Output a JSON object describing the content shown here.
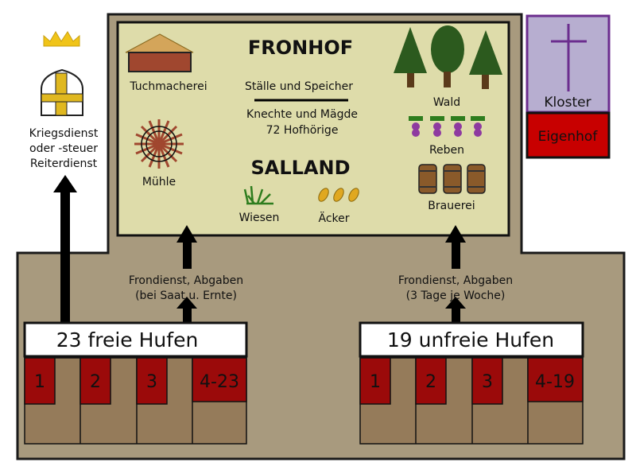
{
  "fronhof": {
    "title": "FRONHOF",
    "tuchmacherei": "Tuchmacherei",
    "staelle": "Ställe und Speicher",
    "knechte": "Knechte und Mägde",
    "hofhoerige": "72 Hofhörige",
    "muehle": "Mühle",
    "wald": "Wald",
    "reben": "Reben",
    "brauerei": "Brauerei"
  },
  "salland": {
    "title": "SALLAND",
    "wiesen": "Wiesen",
    "aecker": "Äcker"
  },
  "kloster": {
    "label": "Kloster",
    "eigenhof": "Eigenhof"
  },
  "lord_duties": [
    "Kriegsdienst",
    "oder -steuer",
    "Reiterdienst"
  ],
  "free": {
    "title": "23 freie Hufen",
    "duties": [
      "Frondienst, Abgaben",
      "(bei Saat u. Ernte)"
    ],
    "plots": [
      "1",
      "2",
      "3",
      "4-23"
    ]
  },
  "unfree": {
    "title": "19 unfreie Hufen",
    "duties": [
      "Frondienst, Abgaben",
      "(3 Tage je Woche)"
    ],
    "plots": [
      "1",
      "2",
      "3",
      "4-19"
    ]
  },
  "colors": {
    "land": "#a89a7e",
    "fronhof": "#dedcaa",
    "plot_red": "#9b0a0a",
    "plot_brown": "#957b5a",
    "kloster": "#b7aed0",
    "eigenhof": "#c80000"
  }
}
